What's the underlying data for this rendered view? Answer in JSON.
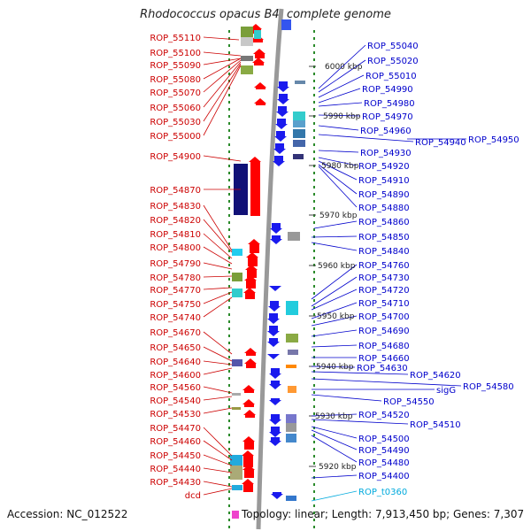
{
  "title": "Rhodococcus opacus B4, complete genome",
  "footer": {
    "accession": "Accession: NC_012522",
    "summary": "Topology: linear; Length: 7,913,450 bp; Genes: 7,307"
  },
  "colors": {
    "left_label": "#cc0000",
    "right_label": "#0000cc",
    "rna_label": "#00aadd",
    "forward_gene": "#ff0000",
    "reverse_gene": "#1a1aee",
    "backbone": "#999999",
    "tick": "#2a8a2a"
  },
  "scale_labels": [
    "6000 kbp",
    "5990 kbp",
    "5980 kbp",
    "5970 kbp",
    "5960 kbp",
    "5950 kbp",
    "5940 kbp",
    "5930 kbp",
    "5920 kbp"
  ],
  "left_labels": [
    "ROP_55110",
    "ROP_55100",
    "ROP_55090",
    "ROP_55080",
    "ROP_55070",
    "ROP_55060",
    "ROP_55030",
    "ROP_55000",
    "ROP_54900",
    "ROP_54870",
    "ROP_54830",
    "ROP_54820",
    "ROP_54810",
    "ROP_54800",
    "ROP_54790",
    "ROP_54780",
    "ROP_54770",
    "ROP_54750",
    "ROP_54740",
    "ROP_54670",
    "ROP_54650",
    "ROP_54640",
    "ROP_54600",
    "ROP_54560",
    "ROP_54540",
    "ROP_54530",
    "ROP_54470",
    "ROP_54460",
    "ROP_54450",
    "ROP_54440",
    "ROP_54430",
    "dcd"
  ],
  "right_labels": [
    "ROP_55040",
    "ROP_55020",
    "ROP_55010",
    "ROP_54990",
    "ROP_54980",
    "ROP_54970",
    "ROP_54960",
    "ROP_54940",
    "ROP_54950",
    "ROP_54930",
    "ROP_54920",
    "ROP_54910",
    "ROP_54890",
    "ROP_54880",
    "ROP_54860",
    "ROP_54850",
    "ROP_54840",
    "ROP_54760",
    "ROP_54730",
    "ROP_54720",
    "ROP_54710",
    "ROP_54700",
    "ROP_54690",
    "ROP_54680",
    "ROP_54660",
    "ROP_54630",
    "ROP_54620",
    "ROP_54580",
    "sigG",
    "ROP_54550",
    "ROP_54520",
    "ROP_54510",
    "ROP_54500",
    "ROP_54490",
    "ROP_54480",
    "ROP_54400",
    "ROP_t0360"
  ]
}
